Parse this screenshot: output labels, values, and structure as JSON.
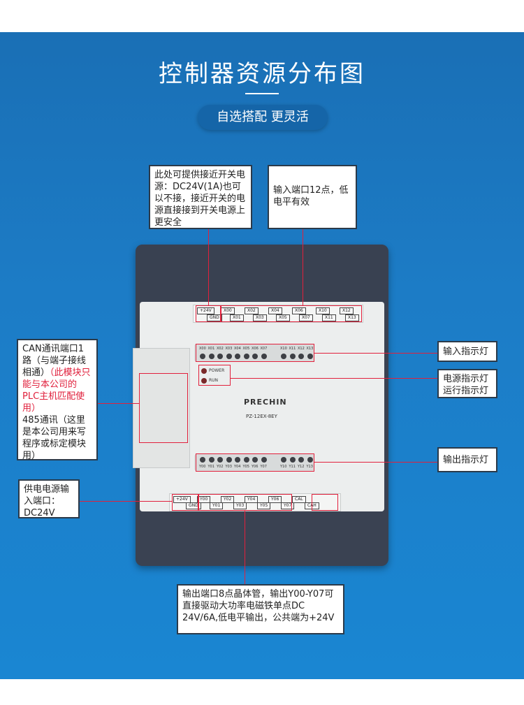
{
  "title": "控制器资源分布图",
  "subtitle": "自选搭配 更灵活",
  "callouts": {
    "power_supply_note": "此处可提供接近开关电源：DC24V(1A)也可以不接，接近开关的电源直接接到开关电源上更安全",
    "input_ports": "输入端口12点，低电平有效",
    "can_part1": "CAN通讯端口1路（与端子接线相通）",
    "can_red": "（此模块只能与本公司的PLC主机匹配使用）",
    "can_part2": "485通讯（这里是本公司用来写程序或标定模块用）",
    "power_input": "供电电源输入端口：DC24V",
    "input_indicator": "输入指示灯",
    "power_run_indicator_1": "电源指示灯",
    "power_run_indicator_2": "运行指示灯",
    "output_indicator": "输出指示灯",
    "output_ports": "输出端口8点晶体管，输出Y00-Y07可直接驱动大功率电磁铁单点DC 24V/6A,低电平输出，公共端为+24V"
  },
  "device": {
    "brand": "PRECHIN",
    "model": "PZ-12EX-8EY",
    "power_led": "POWER",
    "run_led": "RUN",
    "top_terminals_upper": [
      "+24V",
      "X00",
      "X02",
      "X04",
      "X06",
      "X10",
      "X12"
    ],
    "top_terminals_lower": [
      "GND",
      "X01",
      "X03",
      "X05",
      "X07",
      "X11",
      "X13"
    ],
    "input_leds": [
      "X00",
      "X01",
      "X02",
      "X03",
      "X04",
      "X05",
      "X06",
      "X07",
      "X10",
      "X11",
      "X12",
      "X13"
    ],
    "output_leds": [
      "Y00",
      "Y01",
      "Y02",
      "Y03",
      "Y04",
      "Y05",
      "Y06",
      "Y07",
      "Y10",
      "Y11",
      "Y12",
      "Y13"
    ],
    "bottom_terminals_upper": [
      "+24V",
      "Y00",
      "Y02",
      "Y04",
      "Y06",
      "CAL"
    ],
    "bottom_terminals_lower": [
      "GND",
      "Y01",
      "Y03",
      "Y05",
      "Y07",
      "CAH"
    ]
  },
  "colors": {
    "background": "#1c7cc6",
    "accent_red": "#e2203c",
    "pill": "#1565a8",
    "device_dark": "#3a4252",
    "device_face": "#eceeee"
  }
}
